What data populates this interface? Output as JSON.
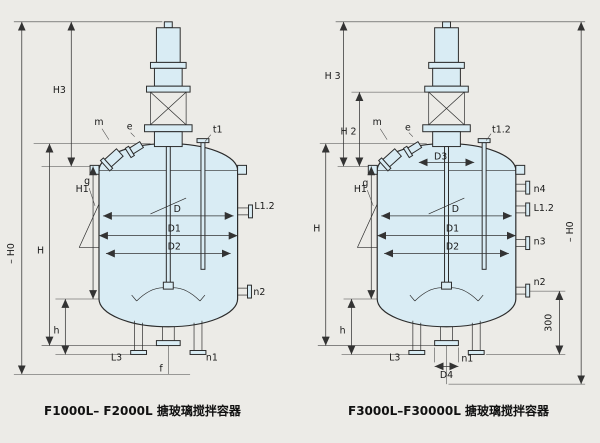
{
  "colors": {
    "background": "#ecebe7",
    "vessel_fill": "#d9ecf4",
    "line": "#2b2b2b"
  },
  "left": {
    "caption": "F1000L– F2000L 搪玻璃搅拌容器",
    "labels": {
      "h0": "– H0",
      "h_total": "H",
      "h1": "H1",
      "h3": "H3",
      "h_small": "h",
      "d": "D",
      "d1": "D1",
      "d2": "D2",
      "m": "m",
      "e": "e",
      "g": "g",
      "t1": "t1",
      "l12": "L1.2",
      "n2": "n2",
      "n1": "n1",
      "l3": "L3",
      "f": "f"
    }
  },
  "right": {
    "caption": "F3000L–F30000L 搪玻璃搅拌容器",
    "labels": {
      "h0": "– H0",
      "h_total": "H",
      "h1": "H1",
      "h2": "H 2",
      "h3": "H 3",
      "h_small": "h",
      "d": "D",
      "d1": "D1",
      "d2": "D2",
      "d3": "D3",
      "d4": "D4",
      "m": "m",
      "e": "e",
      "g": "g",
      "t12": "t1.2",
      "l12": "L1.2",
      "n2": "n2",
      "n3": "n3",
      "n4": "n4",
      "n1": "n1",
      "l3": "L3",
      "dim300": "300"
    }
  }
}
